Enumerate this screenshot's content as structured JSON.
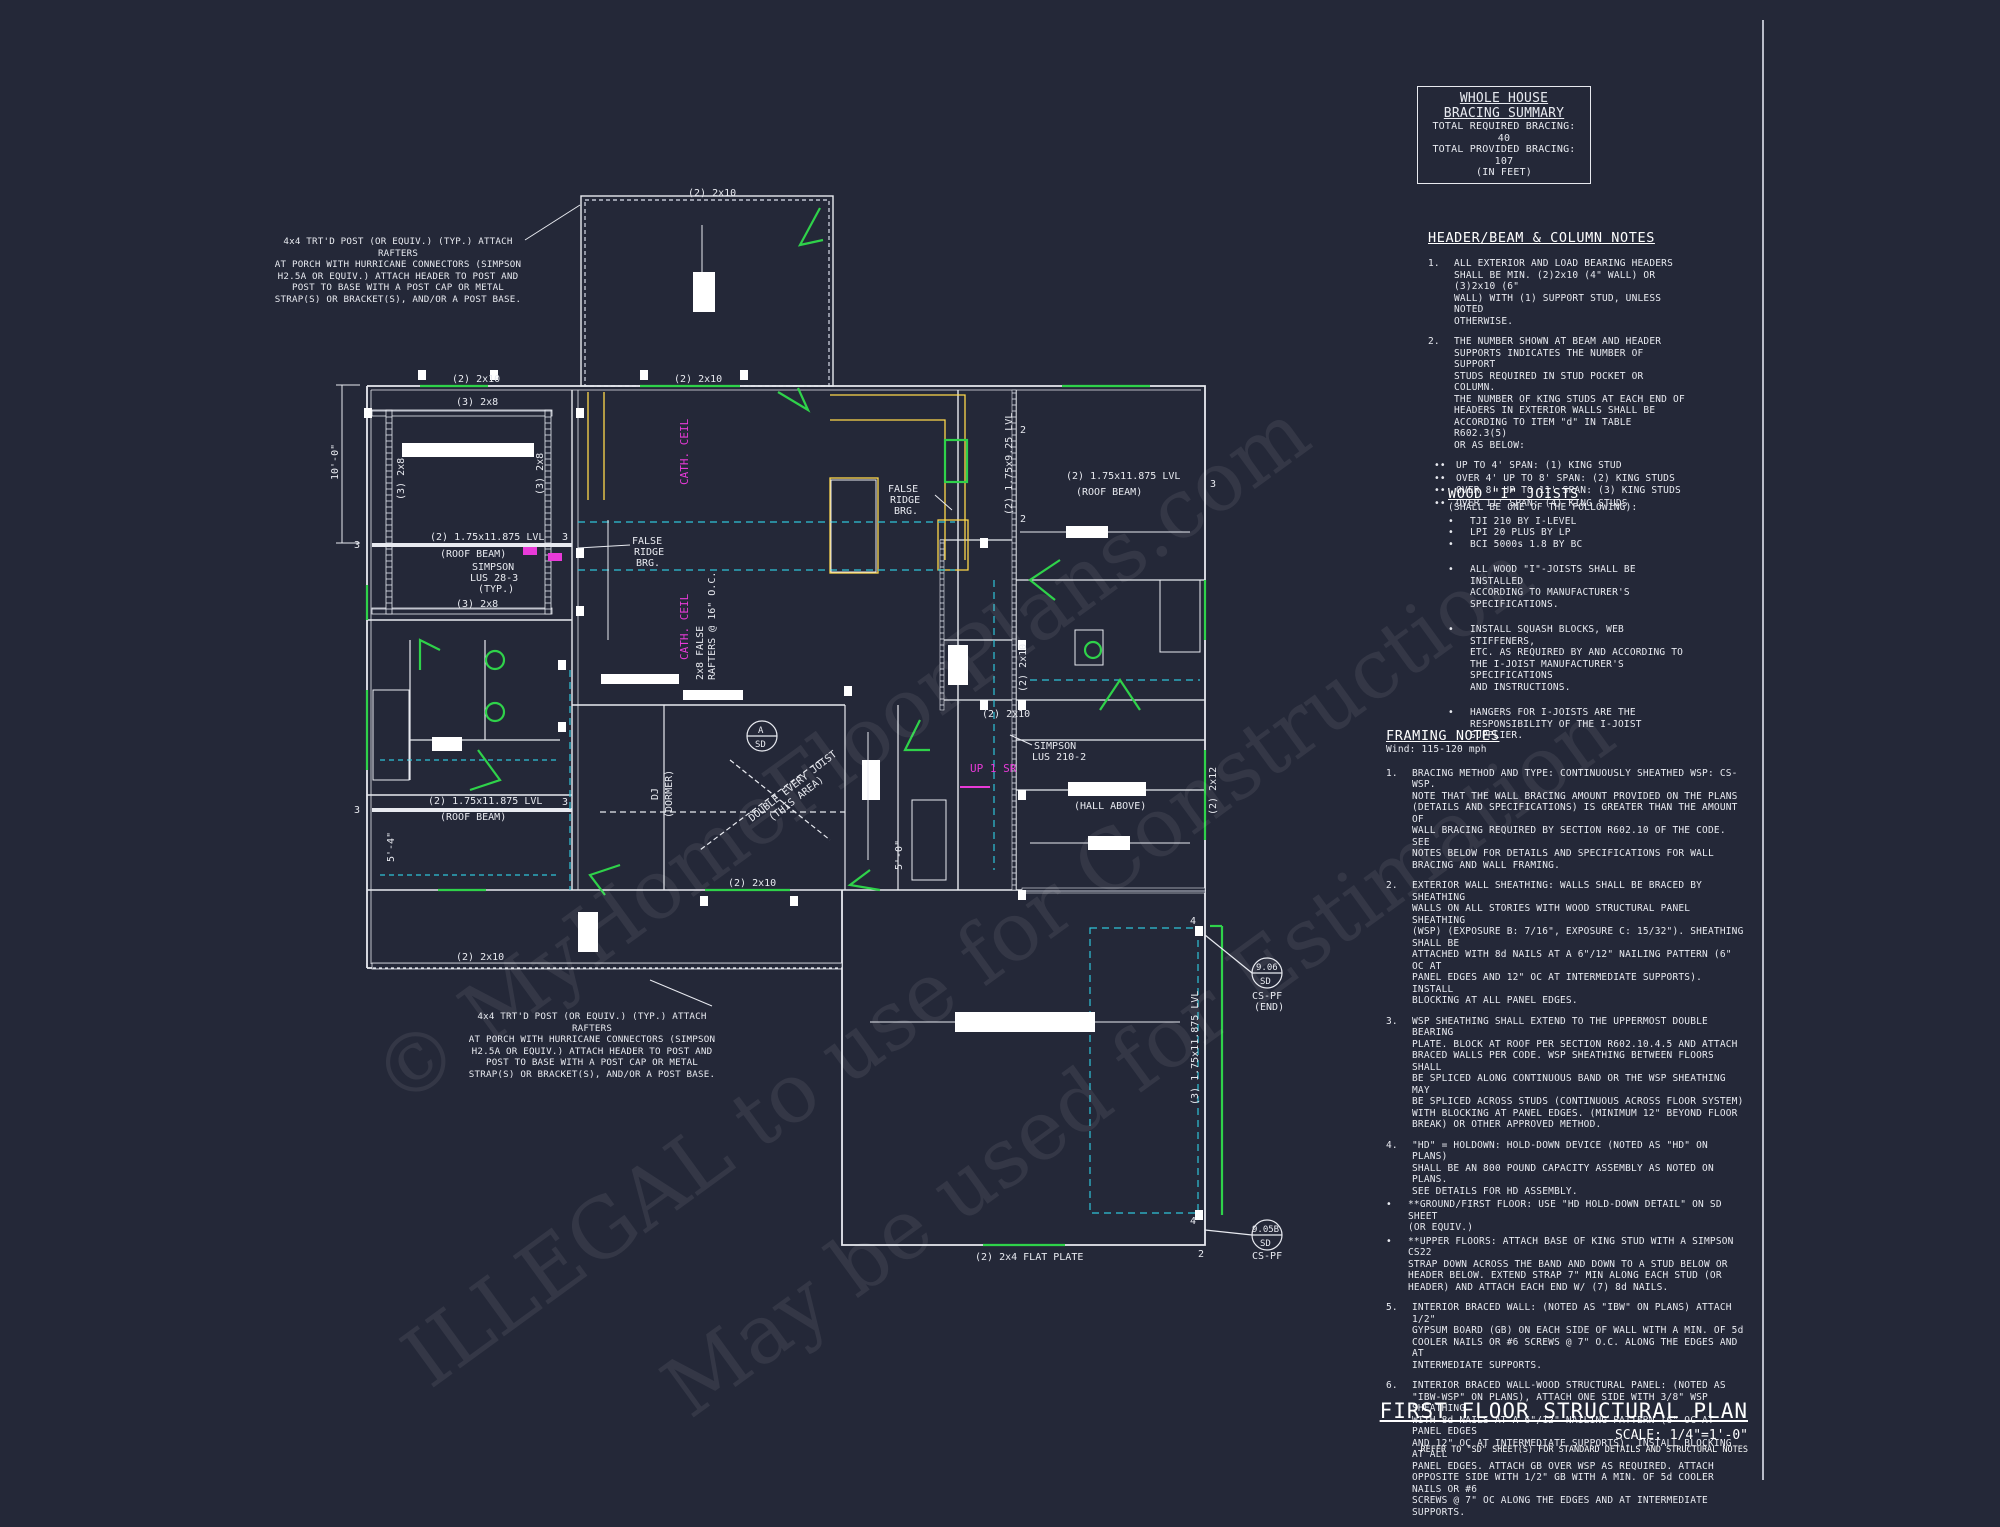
{
  "colors": {
    "background": "#242838",
    "wall": "#e8eaf0",
    "header_green": "#2fd24a",
    "ceiling_yellow": "#ffd84a",
    "joist_cyan": "#2fc3d8",
    "magenta": "#e83ad8"
  },
  "summary": {
    "title_line1": "WHOLE HOUSE",
    "title_line2": "BRACING SUMMARY",
    "required": "TOTAL REQUIRED BRACING: 40",
    "provided": "TOTAL PROVIDED BRACING: 107",
    "units": "(IN FEET)"
  },
  "header_beam_notes": {
    "heading": "HEADER/BEAM & COLUMN NOTES",
    "items": [
      {
        "num": "1.",
        "text": "ALL EXTERIOR AND LOAD BEARING HEADERS\nSHALL BE MIN. (2)2x10 (4\" WALL) OR (3)2x10 (6\"\nWALL) WITH (1) SUPPORT STUD, UNLESS NOTED\nOTHERWISE."
      },
      {
        "num": "2.",
        "text": "THE NUMBER SHOWN AT BEAM AND HEADER\nSUPPORTS INDICATES THE NUMBER OF SUPPORT\nSTUDS REQUIRED IN STUD POCKET OR COLUMN.\nTHE NUMBER OF KING STUDS AT EACH END OF\nHEADERS IN EXTERIOR WALLS SHALL BE\nACCORDING TO ITEM \"d\" IN TABLE R602.3(5)\nOR AS BELOW:"
      }
    ],
    "king_studs": [
      "UP TO 4' SPAN: (1) KING STUD",
      "OVER 4' UP TO 8' SPAN: (2) KING STUDS",
      "OVER 8' UP TO 11' SPAN: (3) KING STUDS",
      "OVER 11' SPAN: (4) KING STUDS"
    ]
  },
  "wood_joists": {
    "heading": "WOOD \"I\" JOISTS",
    "subheading": "(SHALL BE ONE OF THE FOLLOWING):",
    "options": [
      "TJI 210 BY I-LEVEL",
      "LPI 20 PLUS BY LP",
      "BCI 5000s 1.8 BY BC"
    ],
    "bullets": [
      "ALL WOOD \"I\"-JOISTS SHALL BE INSTALLED\nACCORDING TO MANUFACTURER'S\nSPECIFICATIONS.",
      "INSTALL SQUASH BLOCKS, WEB STIFFENERS,\nETC. AS REQUIRED BY AND ACCORDING TO\nTHE I-JOIST MANUFACTURER'S SPECIFICATIONS\nAND INSTRUCTIONS.",
      "HANGERS FOR I-JOISTS ARE THE\nRESPONSIBILITY OF THE I-JOIST SUPPLIER."
    ]
  },
  "framing_notes": {
    "heading": "FRAMING NOTES",
    "wind": "Wind: 115-120 mph",
    "items": [
      {
        "num": "1.",
        "text": "BRACING METHOD AND TYPE: CONTINUOUSLY SHEATHED WSP: CS-WSP.\nNOTE THAT THE WALL BRACING AMOUNT PROVIDED ON THE PLANS\n(DETAILS AND SPECIFICATIONS) IS GREATER THAN THE AMOUNT OF\nWALL BRACING REQUIRED BY SECTION R602.10 OF THE CODE. SEE\nNOTES BELOW FOR DETAILS AND SPECIFICATIONS FOR WALL\nBRACING AND WALL FRAMING."
      },
      {
        "num": "2.",
        "text": "EXTERIOR WALL SHEATHING: WALLS SHALL BE BRACED BY SHEATHING\nWALLS ON ALL STORIES WITH WOOD STRUCTURAL PANEL SHEATHING\n(WSP) (EXPOSURE B: 7/16\", EXPOSURE C: 15/32\"). SHEATHING SHALL BE\nATTACHED WITH 8d NAILS AT A 6\"/12\" NAILING PATTERN (6\" OC AT\nPANEL EDGES AND 12\" OC AT INTERMEDIATE SUPPORTS). INSTALL\nBLOCKING AT ALL PANEL EDGES."
      },
      {
        "num": "3.",
        "text": "WSP SHEATHING SHALL EXTEND TO THE UPPERMOST DOUBLE BEARING\nPLATE. BLOCK AT ROOF PER SECTION R602.10.4.5 AND ATTACH\nBRACED WALLS PER CODE. WSP SHEATHING BETWEEN FLOORS SHALL\nBE SPLICED ALONG CONTINUOUS BAND OR THE WSP SHEATHING MAY\nBE SPLICED ACROSS STUDS (CONTINUOUS ACROSS FLOOR SYSTEM)\nWITH BLOCKING AT PANEL EDGES. (MINIMUM 12\" BEYOND FLOOR\nBREAK) OR OTHER APPROVED METHOD."
      },
      {
        "num": "4.",
        "text": "\"HD\" = HOLDOWN: HOLD-DOWN DEVICE (NOTED AS \"HD\" ON PLANS)\nSHALL BE AN 800 POUND CAPACITY ASSEMBLY AS NOTED ON PLANS.\nSEE DETAILS FOR HD ASSEMBLY."
      }
    ],
    "star_items": [
      "**GROUND/FIRST FLOOR: USE \"HD HOLD-DOWN DETAIL\" ON SD SHEET\n(OR EQUIV.)",
      "**UPPER FLOORS: ATTACH BASE OF KING STUD WITH A SIMPSON CS22\nSTRAP DOWN ACROSS THE BAND AND DOWN TO A STUD BELOW OR\nHEADER BELOW. EXTEND STRAP 7\" MIN ALONG EACH STUD (OR\nHEADER) AND ATTACH EACH END W/ (7) 8d NAILS."
    ],
    "items2": [
      {
        "num": "5.",
        "text": "INTERIOR BRACED WALL: (NOTED AS \"IBW\" ON PLANS) ATTACH 1/2\"\nGYPSUM BOARD (GB) ON EACH SIDE OF WALL WITH A MIN. OF 5d\nCOOLER NAILS OR #6 SCREWS @ 7\" O.C. ALONG THE EDGES AND AT\nINTERMEDIATE SUPPORTS."
      },
      {
        "num": "6.",
        "text": "INTERIOR BRACED WALL-WOOD STRUCTURAL PANEL: (NOTED AS\n\"IBW-WSP\" ON PLANS), ATTACH ONE SIDE WITH 3/8\" WSP SHEATHING\nWITH 8d NAILS AT A 6\"/12\" NAILING PATTERN (6\" OC AT PANEL EDGES\nAND 12\" OC AT INTERMEDIATE SUPPORTS). INSTALL BLOCKING AT ALL\nPANEL EDGES. ATTACH GB OVER WSP AS REQUIRED. ATTACH\nOPPOSITE SIDE WITH 1/2\" GB WITH A MIN. OF 5d COOLER NAILS OR #6\nSCREWS @ 7\" OC ALONG THE EDGES AND AT INTERMEDIATE\nSUPPORTS."
      }
    ]
  },
  "title_block": {
    "title": "FIRST FLOOR STRUCTURAL PLAN",
    "scale": "SCALE: 1/4\"=1'-0\"",
    "refer": "REFER TO \"SD\" SHEET(S) FOR STANDARD DETAILS AND STRUCTURAL NOTES"
  },
  "callouts": {
    "porch_top": "4x4 TRT'D POST (OR EQUIV.) (TYP.) ATTACH RAFTERS\nAT PORCH WITH HURRICANE CONNECTORS (SIMPSON\nH2.5A OR EQUIV.) ATTACH HEADER TO POST AND\nPOST TO BASE WITH A POST CAP OR METAL\nSTRAP(S) OR BRACKET(S), AND/OR A POST BASE.",
    "porch_bottom": "4x4 TRT'D POST (OR EQUIV.) (TYP.) ATTACH RAFTERS\nAT PORCH WITH HURRICANE CONNECTORS (SIMPSON\nH2.5A OR EQUIV.) ATTACH HEADER TO POST AND\nPOST TO BASE WITH A POST CAP OR METAL\nSTRAP(S) OR BRACKET(S), AND/OR A POST BASE."
  },
  "plan_labels": {
    "rear_porch_header": "(2) 2x10",
    "left_header_top": "(2) 2x10",
    "mid_header_top": "(2) 2x10",
    "bed_beam_top": "(3) 2x8",
    "bed_beam_left": "(3) 2x8",
    "bed_beam_right": "(3) 2x8",
    "bed_beam_bottom": "(3) 2x8",
    "dim_left": "10'-0\"",
    "lvl_left": "(2) 1.75x11.875 LVL",
    "roof_beam": "(ROOF BEAM)",
    "simpson_lus": "SIMPSON\nLUS 28-3\n(TYP.)",
    "false_ridge": "FALSE\nRIDGE\nBRG.",
    "false_ridge_2": "FALSE\nRIDGE\nBRG.",
    "cath_ceil_1": "CATH. CEIL",
    "cath_ceil_2": "CATH. CEIL",
    "false_rafters": "2x8 FALSE\nRAFTERS @ 16\" O.C.",
    "lvl_right": "(2) 1.75x11.875 LVL",
    "roof_beam_right": "(ROOF BEAM)",
    "lvl_vertical": "(2) 1.75x9.25 LVL",
    "header_2x10_v": "(2) 2x10",
    "header_2x10_mid": "(2) 2x10",
    "simpson_lus_210": "SIMPSON\nLUS 210-2",
    "up_sr": "UP 1 SR",
    "hall_above": "(HALL ABOVE)",
    "header_2x12": "(2) 2x12",
    "lvl_master": "(2) 1.75x11.875 LVL",
    "roof_beam_master": "(ROOF BEAM)",
    "dim_master": "5'-4\"",
    "dj": "DJ",
    "dormer": "(DORMER)",
    "double_joist": "DOUBLE EVERY JOIST\n(THIS AREA)",
    "section_a": "A",
    "section_sd": "SD",
    "dim_5_0": "5'-0\"",
    "header_2x10_bottom": "(2) 2x10",
    "front_porch_header": "(2) 2x10",
    "garage_lvl": "(3) 1.75x11.875 LVL",
    "flat_plate": "(2) 2x4 FLAT PLATE",
    "detail_9": "9.06",
    "detail_10": "9.05B",
    "cs_pf_end": "CS-PF\n(END)",
    "cs_pf": "CS-PF",
    "num_2": "2",
    "num_3": "3",
    "num_4": "4",
    "sd": "SD"
  },
  "watermark": {
    "line1": "© MyHomeFloorPlans.com",
    "line2": "ILLEGAL to use for Construction",
    "line3": "May be used for Estimation"
  }
}
